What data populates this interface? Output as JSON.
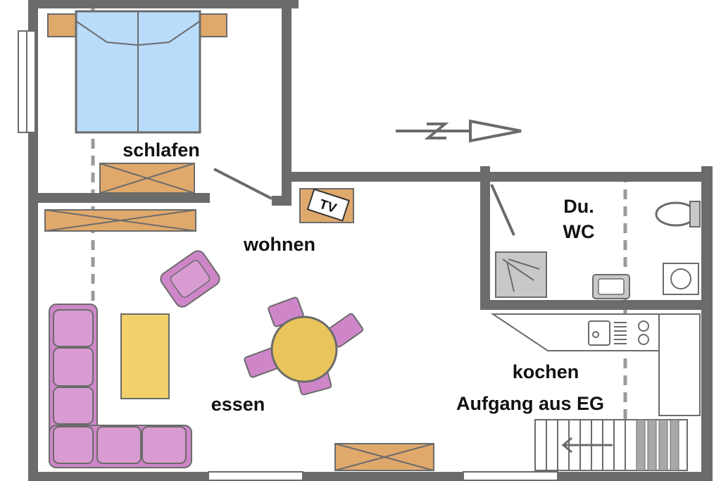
{
  "labels": {
    "bedroom": "schlafen",
    "living": "wohnen",
    "dining": "essen",
    "kitchen": "kochen",
    "stairs": "Aufgang aus EG",
    "bath_line1": "Du.",
    "bath_line2": "WC",
    "tv": "TV",
    "north_arrow": "N"
  },
  "colors": {
    "wall": "#6b6b6b",
    "bed": "#b9dcfb",
    "wood": "#e0a96c",
    "sofa": "#cf86c9",
    "table": "#f2d16b",
    "table_round": "#e9c45a",
    "sink": "#c8c8c8",
    "dash": "#9a9a9a"
  },
  "icons": [
    "north-arrow-icon",
    "tv-icon",
    "toilet-icon",
    "shower-icon",
    "sink-icon",
    "stove-icon",
    "stair-arrow-icon"
  ]
}
